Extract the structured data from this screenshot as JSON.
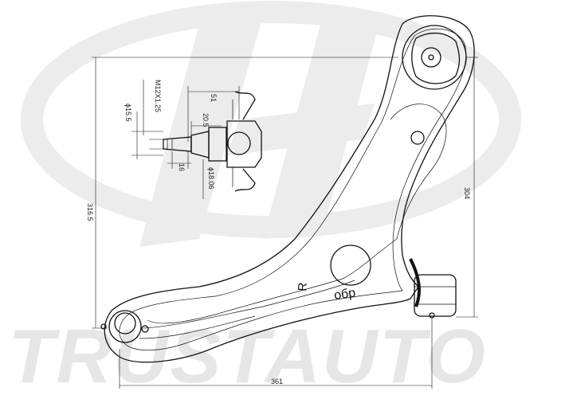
{
  "watermark": {
    "brand_text": "TRUSTAUTO",
    "logo_color": "#e8e8e8"
  },
  "drawing": {
    "part_marking": "R",
    "brand_stamp": "обр",
    "dimensions": {
      "overall_width": "361",
      "overall_height": "316.5",
      "right_height": "304",
      "ball_thread": "M12X1.25",
      "ball_diameter_15_5": "ϕ15.5",
      "ball_length_51": "51",
      "ball_length_20_5": "20.5",
      "ball_length_16": "16",
      "ball_diameter_18_06": "ϕ18.06"
    }
  }
}
